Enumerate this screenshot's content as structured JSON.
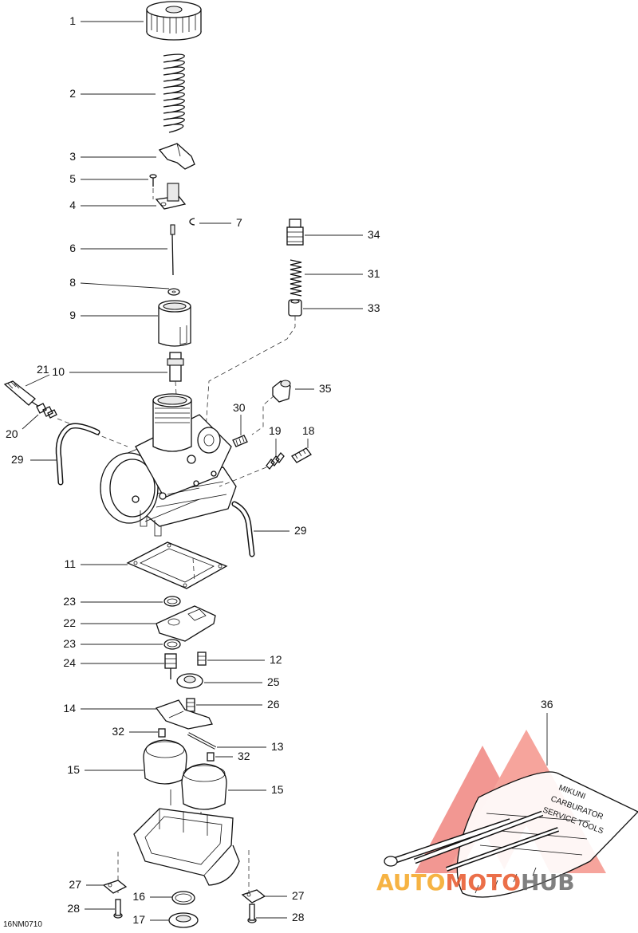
{
  "diagram": {
    "reference_code": "16NM0710",
    "callouts": [
      "1",
      "2",
      "3",
      "5",
      "4",
      "7",
      "6",
      "34",
      "31",
      "8",
      "9",
      "33",
      "21",
      "10",
      "35",
      "30",
      "20",
      "19",
      "18",
      "29",
      "29",
      "11",
      "23",
      "22",
      "23",
      "24",
      "12",
      "25",
      "14",
      "26",
      "32",
      "13",
      "32",
      "15",
      "15",
      "36",
      "27",
      "16",
      "27",
      "28",
      "17",
      "28"
    ]
  },
  "watermark": {
    "part1": "AUTO",
    "part2": "MOTO",
    "part3": "HUB",
    "color_orange": "#f5a623",
    "color_red": "#e03a2a",
    "color_dark": "#6b6b6b"
  },
  "kit_label": {
    "line1": "MIKUNI",
    "line2": "CARBURATOR",
    "line3": "SERVICE TOOLS"
  }
}
